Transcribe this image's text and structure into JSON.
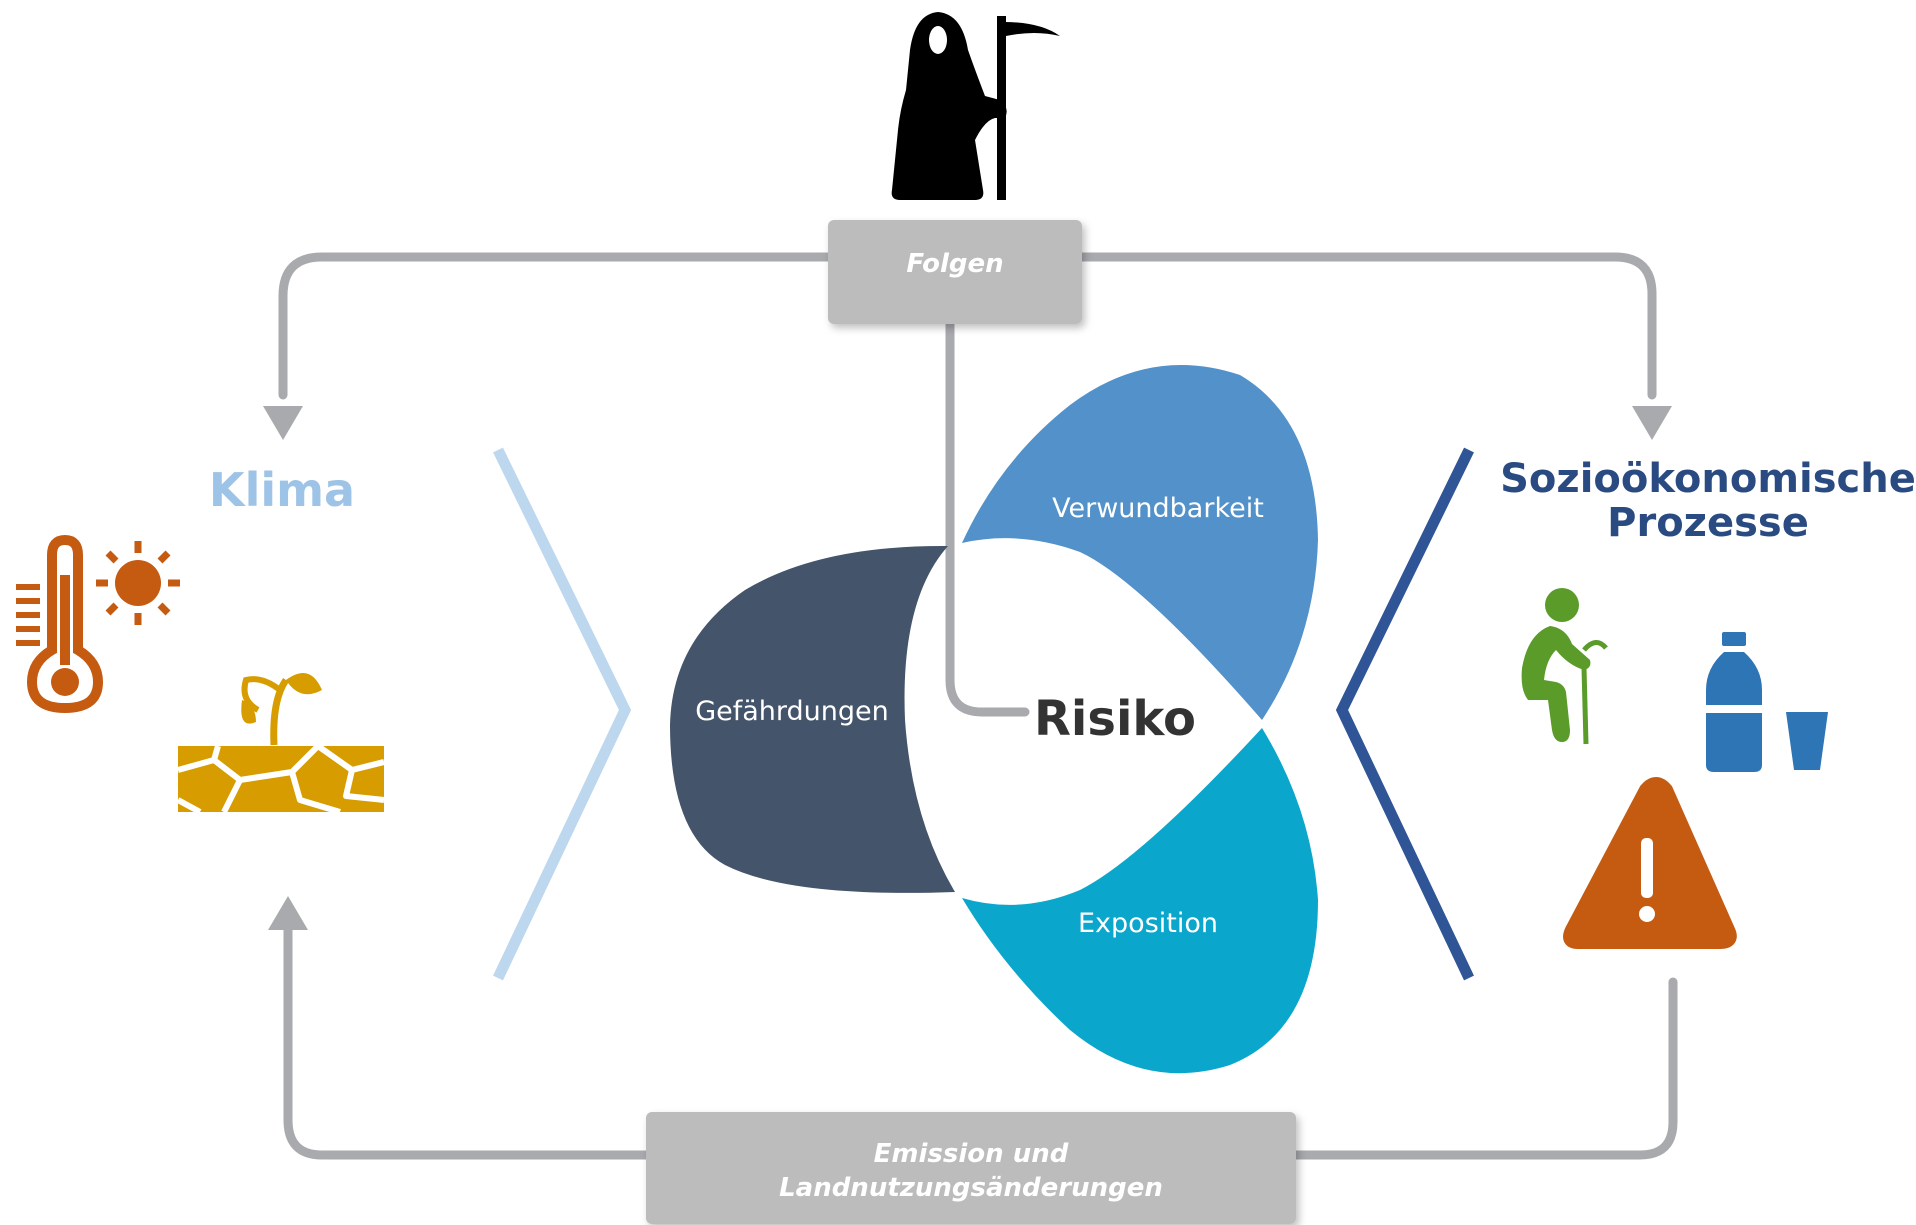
{
  "labels": {
    "folgen": "Folgen",
    "emission_line1": "Emission und",
    "emission_line2": "Landnutzungsänderungen",
    "klima": "Klima",
    "sozio_line1": "Sozioökonomische",
    "sozio_line2": "Prozesse",
    "risiko": "Risiko",
    "verwundbarkeit": "Verwundbarkeit",
    "gefaehrdungen": "Gefährdungen",
    "exposition": "Exposition"
  },
  "icons": {
    "top": "grim-reaper-icon",
    "klima": [
      "thermometer-icon",
      "sun-icon",
      "sprout-icon",
      "cracked-soil-icon"
    ],
    "sozio": [
      "elderly-person-icon",
      "water-bottle-icon",
      "glass-icon",
      "warning-icon"
    ]
  },
  "colors": {
    "connector": "#a8aaad",
    "box_fill": "#bcbcbc",
    "klima_title": "#9dc3e6",
    "sozio_title": "#2a4a82",
    "chevron_left": "#bdd7ee",
    "chevron_right": "#2f5597",
    "petal_gefaehrdungen": "#44546a",
    "petal_verwundbarkeit": "#5291c9",
    "petal_exposition": "#0aa6cc",
    "center_text": "#333333",
    "orange": "#c55a11",
    "gold": "#d79d00",
    "green": "#5a9b2a",
    "bottle_blue": "#2e75b6",
    "glass_blue": "#2e75b6",
    "reaper": "#000000"
  }
}
